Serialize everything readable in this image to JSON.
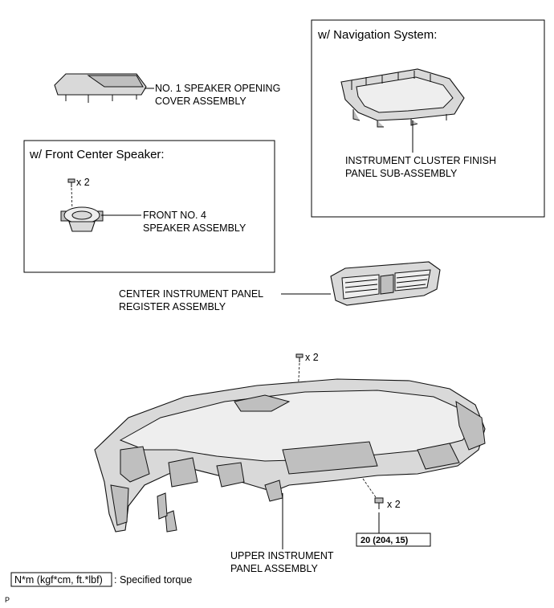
{
  "boxes": {
    "navigation": {
      "header": "w/ Navigation System:"
    },
    "front_center": {
      "header": "w/ Front Center Speaker:"
    }
  },
  "labels": {
    "speaker_cover": [
      "NO. 1 SPEAKER OPENING",
      "COVER ASSEMBLY"
    ],
    "cluster_finish": [
      "INSTRUMENT CLUSTER FINISH",
      "PANEL SUB-ASSEMBLY"
    ],
    "front_speaker": [
      "FRONT NO. 4",
      "SPEAKER ASSEMBLY"
    ],
    "register": [
      "CENTER INSTRUMENT PANEL",
      "REGISTER ASSEMBLY"
    ],
    "upper_panel": [
      "UPPER INSTRUMENT",
      "PANEL ASSEMBLY"
    ]
  },
  "quantities": {
    "speaker_screws": "x 2",
    "panel_top_screws": "x 2",
    "panel_bolts": "x 2"
  },
  "torque": {
    "value": "20 (204, 15)"
  },
  "legend": {
    "box_text": "N*m (kgf*cm, ft.*lbf)",
    "description": ": Specified torque"
  },
  "corner_mark": "P"
}
